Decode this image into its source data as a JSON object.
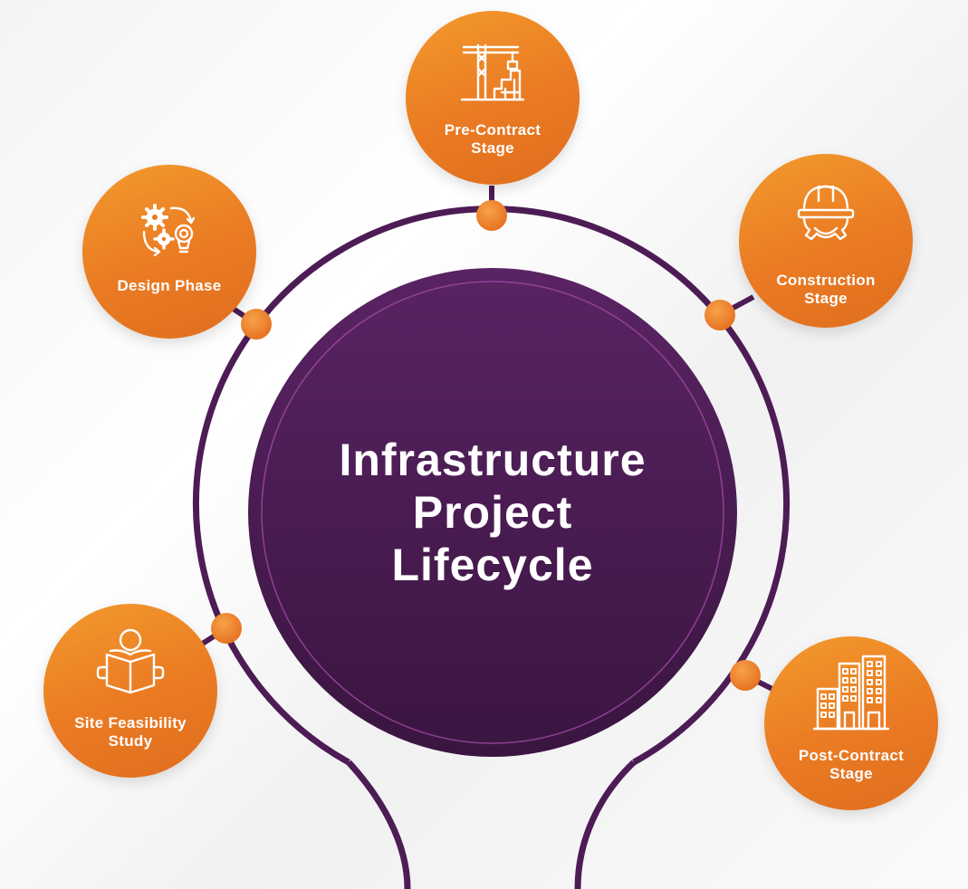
{
  "center": {
    "title_lines": [
      "Infrastructure",
      "Project",
      "Lifecycle"
    ]
  },
  "stages": [
    {
      "id": "pre-contract",
      "label_lines": [
        "Pre-Contract",
        "Stage"
      ],
      "icon": "crane-building-icon"
    },
    {
      "id": "design",
      "label_lines": [
        "Design Phase"
      ],
      "icon": "gears-bulb-icon"
    },
    {
      "id": "construction",
      "label_lines": [
        "Construction",
        "Stage"
      ],
      "icon": "hard-hat-gear-icon"
    },
    {
      "id": "site-feasibility",
      "label_lines": [
        "Site Feasibility",
        "Study"
      ],
      "icon": "reader-book-icon"
    },
    {
      "id": "post-contract",
      "label_lines": [
        "Post-Contract",
        "Stage"
      ],
      "icon": "buildings-icon"
    }
  ],
  "colors": {
    "accent_orange": "#f08a26",
    "ring_purple": "#4d1c55",
    "center_purple_top": "#5a2364",
    "center_purple_bottom": "#3a1540",
    "text_white": "#ffffff"
  }
}
